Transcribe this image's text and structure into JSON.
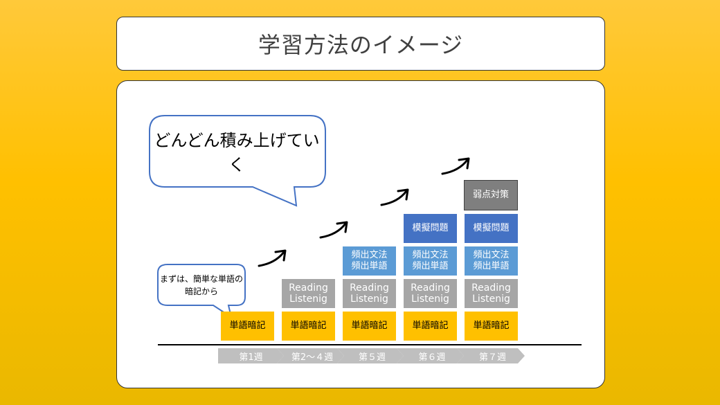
{
  "title": "学習方法のイメージ",
  "bubble_main": "どんどん積み上げていく",
  "bubble_note": [
    "まずは、簡単な単語の",
    "暗記から"
  ],
  "stages": {
    "words": "単語暗記",
    "reading_listening": [
      "Reading",
      "Listenig"
    ],
    "grammar_words": [
      "頻出文法",
      "頻出単語"
    ],
    "mock_exam": "模擬問題",
    "weakness": "弱点対策"
  },
  "weeks": [
    "第1週",
    "第2～４週",
    "第５週",
    "第６週",
    "第７週"
  ],
  "colors": {
    "background": "#ffc000",
    "words_block": "#ffc000",
    "reading_block": "#a6a6a6",
    "grammar_block": "#5b9bd5",
    "mock_block": "#4472c4",
    "weakness_block": "#7f7f7f",
    "bubble_border": "#4472c4",
    "week_arrow": "#bfbfbf"
  }
}
